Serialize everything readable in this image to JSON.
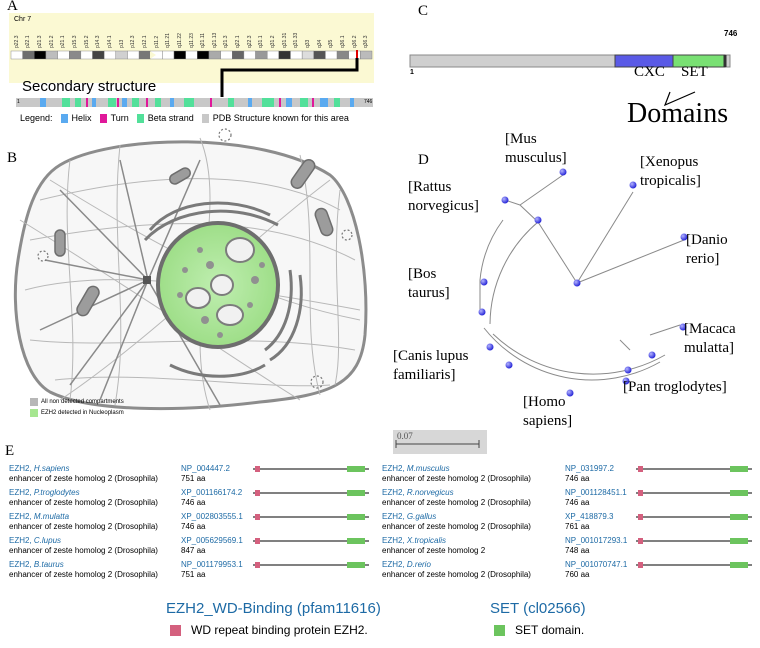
{
  "panel_letters": {
    "a": "A",
    "b": "B",
    "c": "C",
    "d": "D",
    "e": "E"
  },
  "panel_a": {
    "chr_label": "Chr 7",
    "bands": [
      "p22.3",
      "p22.1",
      "p21.3",
      "p21.2",
      "p21.1",
      "p15.3",
      "p15.2",
      "p14.3",
      "p14.1",
      "p13",
      "p12.3",
      "p12.1",
      "p11.2",
      "q11.21",
      "q11.22",
      "q11.23",
      "q21.11",
      "q21.13",
      "q21.3",
      "q22.1",
      "q22.3",
      "q31.1",
      "q31.2",
      "q31.31",
      "q31.33",
      "q33",
      "q34",
      "q35",
      "q36.1",
      "q36.2",
      "q36.3"
    ],
    "secondary_title": "Secondary structure",
    "track_start": "1",
    "track_end": "746",
    "legend_title": "Legend:",
    "legend": [
      {
        "label": "Helix",
        "color": "#5aaaf0"
      },
      {
        "label": "Turn",
        "color": "#e0189a"
      },
      {
        "label": "Beta strand",
        "color": "#52e09a"
      },
      {
        "label": "PDB Structure known for this area",
        "color": "#c8c8c8"
      }
    ]
  },
  "panel_b": {
    "legend": [
      {
        "label": "All non detected compartments",
        "color": "#b7b7b7"
      },
      {
        "label": "EZH2 detected in Nucleoplasm",
        "color": "#a6e690"
      }
    ]
  },
  "panel_c": {
    "start": "1",
    "end": "746",
    "domains": [
      {
        "label": "CXC",
        "color": "#5a5ae6"
      },
      {
        "label": "SET",
        "color": "#79e073"
      }
    ],
    "caption": "Domains"
  },
  "panel_d": {
    "taxa": [
      "[Mus musculus]",
      "[Xenopus tropicalis]",
      "[Rattus norvegicus]",
      "[Danio rerio]",
      "[Bos taurus]",
      "[Macaca mulatta]",
      "[Canis lupus familiaris]",
      "[Pan troglodytes]",
      "[Homo sapiens]"
    ],
    "scale": "0.07"
  },
  "panel_e": {
    "desc_standard": "enhancer of zeste homolog 2 (Drosophila)",
    "left": [
      {
        "gene": "EZH2,",
        "species": "H.sapiens",
        "acc": "NP_004447.2",
        "len": "751 aa",
        "desc": "enhancer of zeste homolog 2 (Drosophila)"
      },
      {
        "gene": "EZH2,",
        "species": "P.troglodytes",
        "acc": "XP_001166174.2",
        "len": "746 aa",
        "desc": "enhancer of zeste homolog 2 (Drosophila)"
      },
      {
        "gene": "EZH2,",
        "species": "M.mulatta",
        "acc": "XP_002803555.1",
        "len": "746 aa",
        "desc": "enhancer of zeste homolog 2 (Drosophila)"
      },
      {
        "gene": "EZH2,",
        "species": "C.lupus",
        "acc": "XP_005629569.1",
        "len": "847 aa",
        "desc": "enhancer of zeste homolog 2 (Drosophila)"
      },
      {
        "gene": "EZH2,",
        "species": "B.taurus",
        "acc": "NP_001179953.1",
        "len": "751 aa",
        "desc": "enhancer of zeste homolog 2 (Drosophila)"
      }
    ],
    "right": [
      {
        "gene": "EZH2,",
        "species": "M.musculus",
        "acc": "NP_031997.2",
        "len": "746 aa",
        "desc": "enhancer of zeste homolog 2 (Drosophila)"
      },
      {
        "gene": "EZH2,",
        "species": "R.norvegicus",
        "acc": "NP_001128451.1",
        "len": "746 aa",
        "desc": "enhancer of zeste homolog 2 (Drosophila)"
      },
      {
        "gene": "EZH2,",
        "species": "G.gallus",
        "acc": "XP_418879.3",
        "len": "761 aa",
        "desc": "enhancer of zeste homolog 2 (Drosophila)"
      },
      {
        "gene": "EZH2,",
        "species": "X.tropicalis",
        "acc": "NP_001017293.1",
        "len": "748 aa",
        "desc": "enhancer of zeste homolog 2"
      },
      {
        "gene": "EZH2,",
        "species": "D.rerio",
        "acc": "NP_001070747.1",
        "len": "760 aa",
        "desc": "enhancer of zeste homolog 2 (Drosophila)"
      }
    ],
    "pfam1_title": "EZH2_WD-Binding (pfam11616)",
    "pfam1_desc": "WD repeat binding protein EZH2.",
    "pfam1_color": "#d4607e",
    "pfam2_title": "SET (cl02566)",
    "pfam2_desc": "SET domain.",
    "pfam2_color": "#6cc45e"
  }
}
